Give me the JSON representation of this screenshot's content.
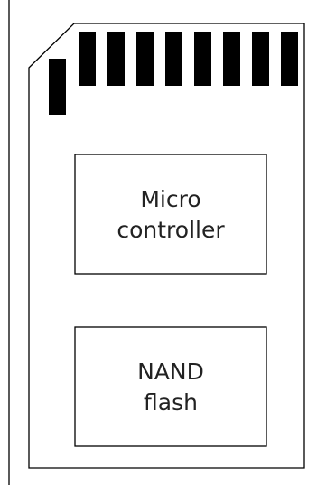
{
  "card": {
    "pin_count": 9
  },
  "chips": {
    "controller": {
      "line1": "Micro",
      "line2": "controller"
    },
    "memory": {
      "line1": "NAND",
      "line2": "flash"
    }
  },
  "colors": {
    "stroke": "#000000",
    "pins": "#000000",
    "text": "#222222",
    "background": "#ffffff"
  }
}
